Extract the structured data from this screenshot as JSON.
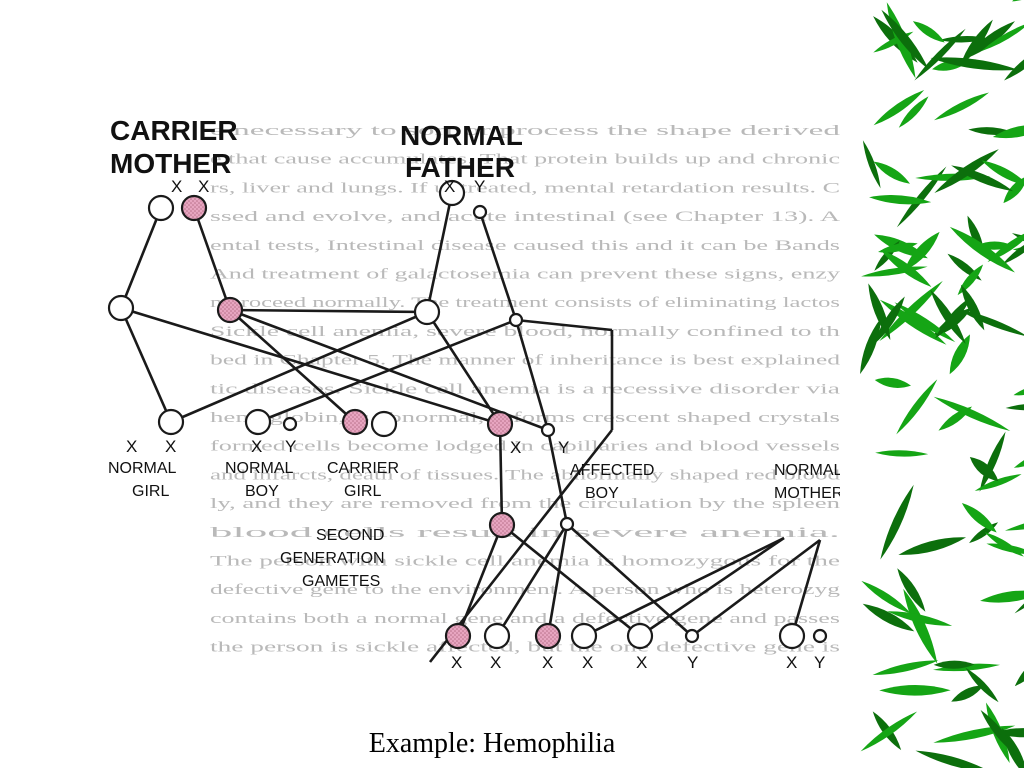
{
  "figure": {
    "parents": {
      "mother_label": [
        "CARRIER",
        "MOTHER"
      ],
      "father_label": [
        "NORMAL",
        "FATHER"
      ],
      "mother_alleles": [
        "X",
        "X"
      ],
      "father_alleles": [
        "X",
        "Y"
      ]
    },
    "children": [
      {
        "label": [
          "NORMAL",
          "GIRL"
        ],
        "alleles": [
          "X",
          "X"
        ]
      },
      {
        "label": [
          "NORMAL",
          "BOY"
        ],
        "alleles": [
          "X",
          "Y"
        ]
      },
      {
        "label": [
          "CARRIER",
          "GIRL"
        ],
        "alleles": [
          " "
        ]
      },
      {
        "label": [
          "AFFECTED",
          "BOY"
        ],
        "alleles": [
          "X",
          "Y"
        ]
      },
      {
        "label": [
          "NORMAL",
          "MOTHER"
        ],
        "alleles": []
      }
    ],
    "second_generation_label": [
      "SECOND",
      "GENERATION",
      "GAMETES"
    ],
    "bottom_alleles": [
      "X",
      "X",
      "X",
      "X",
      "X",
      "Y",
      "X",
      "Y"
    ],
    "background_text": [
      "e necessary to sort or process the shape derived",
      "e that cause accumulates. That protein builds up and chronic",
      "rs, liver and lungs. If untreated, mental retardation results. C",
      "ssed and evolve, and acute intestinal (see Chapter 13). A",
      "ental tests, Intestinal disease caused this and it can be Bands",
      "And treatment of galactosemia can prevent these signs, enzy",
      "n proceed normally. The treatment consists of eliminating lactos",
      "Sickle cell anemia, severe blood, normally confined to th",
      "bed in Chapter 5. The manner of inheritance is best explained",
      "tic diseases. Sickle cell anemia is a recessive disorder via",
      "hemoglobin, is abnormal, it forms crescent shaped crystals",
      "formed cells become lodged in capillaries and blood vessels",
      "and infarcts, death of tissues. The abnormally shaped red blood",
      "ly, and they are removed from the circulation by the spleen",
      "blood cells result in severe anemia.",
      "The person with sickle cell anemia is homozygous for the",
      "defective gene to the environment. A person who is heterozyg",
      "contains both a normal gene and a defective gene and passes",
      "the person is sickle affected, but the one defective gene is"
    ]
  },
  "colors": {
    "carrier_fill": "#e7a5c0",
    "line": "#1a1a1a",
    "caption": "#000000",
    "bamboo_leaf": "#15a515",
    "bamboo_dark": "#0c6f0c"
  },
  "caption": "Example: Hemophilia"
}
